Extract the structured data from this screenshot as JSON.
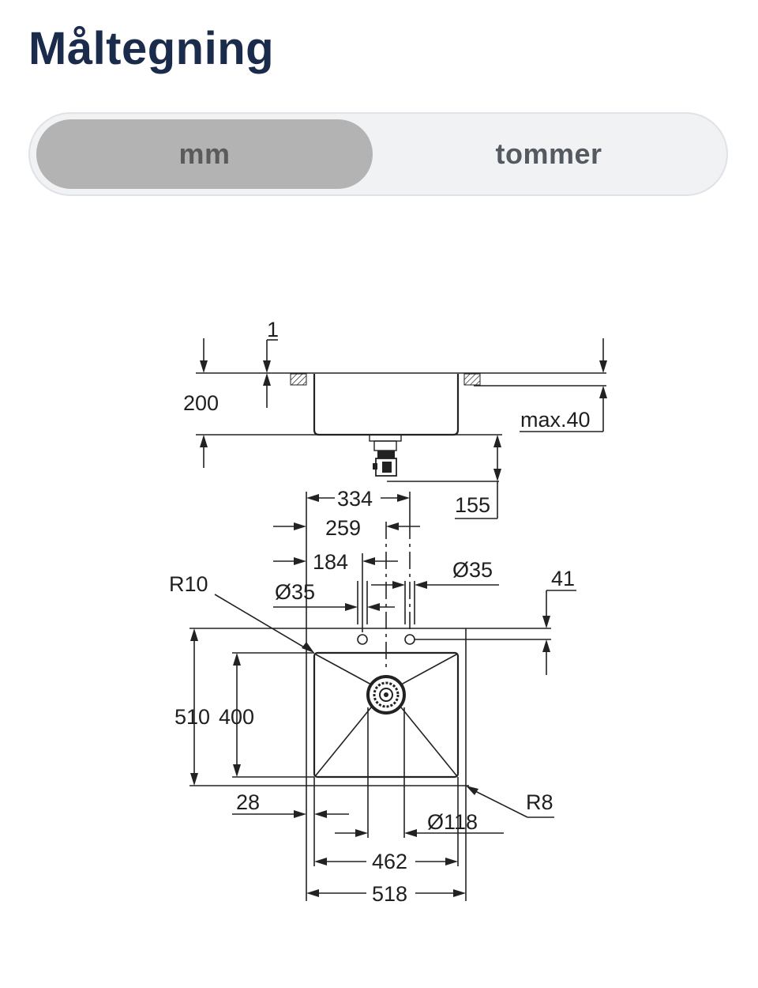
{
  "page": {
    "title": "Måltegning"
  },
  "unit_toggle": {
    "options": [
      "mm",
      "tommer"
    ],
    "selected": "mm"
  },
  "drawing": {
    "side_view": {
      "labels": {
        "thickness": "1",
        "depth": "200",
        "max_counter": "max.40",
        "waste_height": "155"
      }
    },
    "top_view": {
      "labels": {
        "d334": "334",
        "d259": "259",
        "d184": "184",
        "hole_left": "Ø35",
        "hole_right": "Ø35",
        "d41": "41",
        "radius_outer": "R10",
        "radius_inner": "R8",
        "h510": "510",
        "h400": "400",
        "d28": "28",
        "drain": "Ø118",
        "w462": "462",
        "w518": "518"
      }
    }
  }
}
